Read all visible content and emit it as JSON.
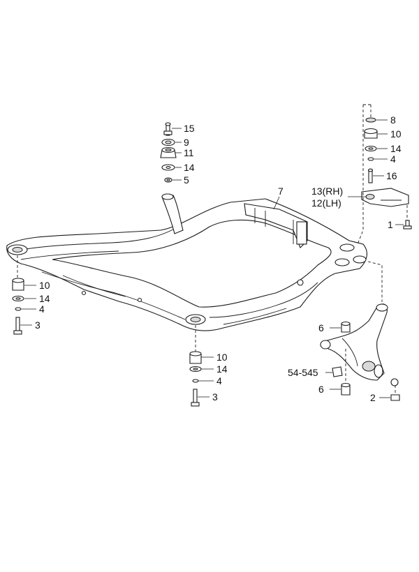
{
  "labels": {
    "l15": "15",
    "l9": "9",
    "l11": "11",
    "l14a": "14",
    "l5": "5",
    "l7": "7",
    "l8": "8",
    "l10a": "10",
    "l14b": "14",
    "l4a": "4",
    "l16": "16",
    "l13": "13(RH)",
    "l12": "12(LH)",
    "l1": "1",
    "l10b": "10",
    "l14c": "14",
    "l4b": "4",
    "l3a": "3",
    "l6a": "6",
    "l545": "54-545",
    "l6b": "6",
    "l2": "2",
    "l10c": "10",
    "l14d": "14",
    "l4c": "4",
    "l3b": "3"
  }
}
